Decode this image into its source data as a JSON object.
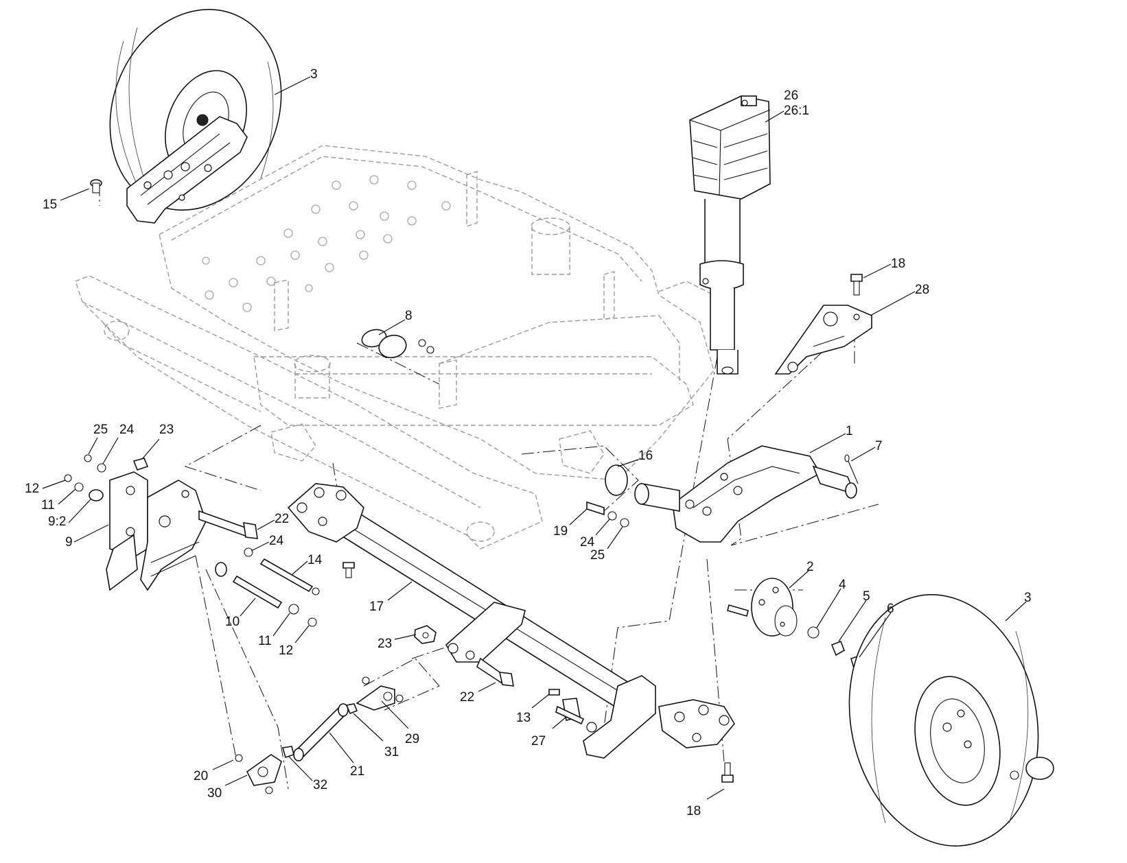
{
  "diagram": {
    "type": "exploded parts diagram",
    "callouts": [
      {
        "id": "c3a",
        "label": "3"
      },
      {
        "id": "c15",
        "label": "15"
      },
      {
        "id": "c26",
        "label": "26"
      },
      {
        "id": "c261",
        "label": "26:1"
      },
      {
        "id": "c18a",
        "label": "18"
      },
      {
        "id": "c28",
        "label": "28"
      },
      {
        "id": "c8",
        "label": "8"
      },
      {
        "id": "c25a",
        "label": "25"
      },
      {
        "id": "c24a",
        "label": "24"
      },
      {
        "id": "c23a",
        "label": "23"
      },
      {
        "id": "c12a",
        "label": "12"
      },
      {
        "id": "c11a",
        "label": "11"
      },
      {
        "id": "c92",
        "label": "9:2"
      },
      {
        "id": "c9",
        "label": "9"
      },
      {
        "id": "c22a",
        "label": "22"
      },
      {
        "id": "c24b",
        "label": "24"
      },
      {
        "id": "c14",
        "label": "14"
      },
      {
        "id": "c10",
        "label": "10"
      },
      {
        "id": "c11b",
        "label": "11"
      },
      {
        "id": "c12b",
        "label": "12"
      },
      {
        "id": "c16",
        "label": "16"
      },
      {
        "id": "c19",
        "label": "19"
      },
      {
        "id": "c24c",
        "label": "24"
      },
      {
        "id": "c25b",
        "label": "25"
      },
      {
        "id": "c1",
        "label": "1"
      },
      {
        "id": "c7",
        "label": "7"
      },
      {
        "id": "c17",
        "label": "17"
      },
      {
        "id": "c23b",
        "label": "23"
      },
      {
        "id": "c22b",
        "label": "22"
      },
      {
        "id": "c2",
        "label": "2"
      },
      {
        "id": "c4",
        "label": "4"
      },
      {
        "id": "c5",
        "label": "5"
      },
      {
        "id": "c6",
        "label": "6"
      },
      {
        "id": "c3b",
        "label": "3"
      },
      {
        "id": "c13",
        "label": "13"
      },
      {
        "id": "c27",
        "label": "27"
      },
      {
        "id": "c29",
        "label": "29"
      },
      {
        "id": "c31",
        "label": "31"
      },
      {
        "id": "c21",
        "label": "21"
      },
      {
        "id": "c20",
        "label": "20"
      },
      {
        "id": "c30",
        "label": "30"
      },
      {
        "id": "c32",
        "label": "32"
      },
      {
        "id": "c18b",
        "label": "18"
      }
    ]
  }
}
